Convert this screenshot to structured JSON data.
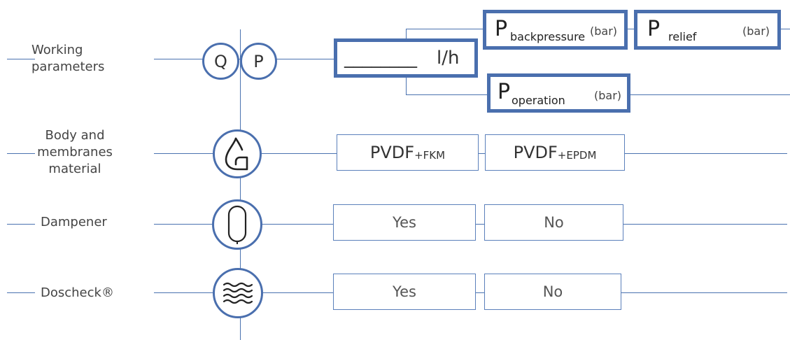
{
  "rows": {
    "working": {
      "label_lines": [
        "Working",
        "parameters"
      ]
    },
    "body": {
      "label_lines": [
        "Body and",
        "membranes",
        "material"
      ]
    },
    "dampener": {
      "label": "Dampener"
    },
    "doscheck": {
      "label": "Doscheck®"
    }
  },
  "nodes": {
    "q": "Q",
    "p": "P",
    "body_icon": "drop-icon",
    "dampener_icon": "capsule-icon",
    "doscheck_icon": "waves-icon"
  },
  "flow": {
    "blank": "________",
    "unit": "l/h"
  },
  "pressures": {
    "backpressure": {
      "symbol": "P",
      "subscript": "backpressure",
      "unit": "(bar)"
    },
    "relief": {
      "symbol": "P",
      "subscript": "relief",
      "unit": "(bar)"
    },
    "operation": {
      "symbol": "P",
      "subscript": "operation",
      "unit": "(bar)"
    }
  },
  "materials": [
    {
      "main": "PVDF",
      "sub": "+FKM"
    },
    {
      "main": "PVDF",
      "sub": "+EPDM"
    }
  ],
  "dampener_options": [
    "Yes",
    "No"
  ],
  "doscheck_options": [
    "Yes",
    "No"
  ],
  "colors": {
    "accent": "#4a6fae",
    "line": "#4a72b0"
  }
}
